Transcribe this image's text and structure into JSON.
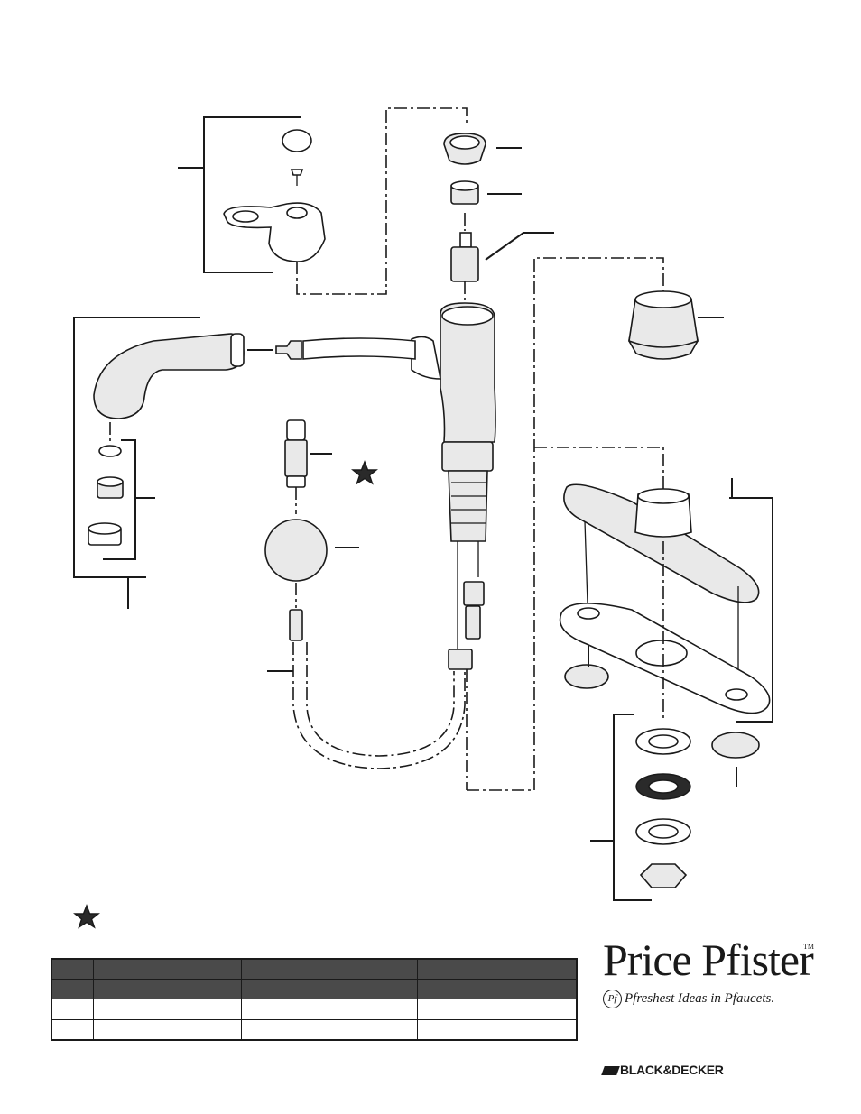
{
  "brand": {
    "name": "Price Pfister",
    "tm": "TM",
    "tagline_badge": "Pf",
    "tagline": "Pfreshest Ideas in Pfaucets.",
    "parent_company": "BLACK&DECKER"
  },
  "colors": {
    "ink": "#1a1a1a",
    "table_header": "#4a4a4a"
  },
  "icons": [
    "star-icon"
  ],
  "parts_table": {
    "header": [
      "",
      "",
      "",
      ""
    ],
    "subheader": [
      "",
      "",
      "",
      ""
    ],
    "rows": [
      [
        "",
        "",
        "",
        ""
      ],
      [
        "",
        "",
        "",
        ""
      ]
    ]
  }
}
